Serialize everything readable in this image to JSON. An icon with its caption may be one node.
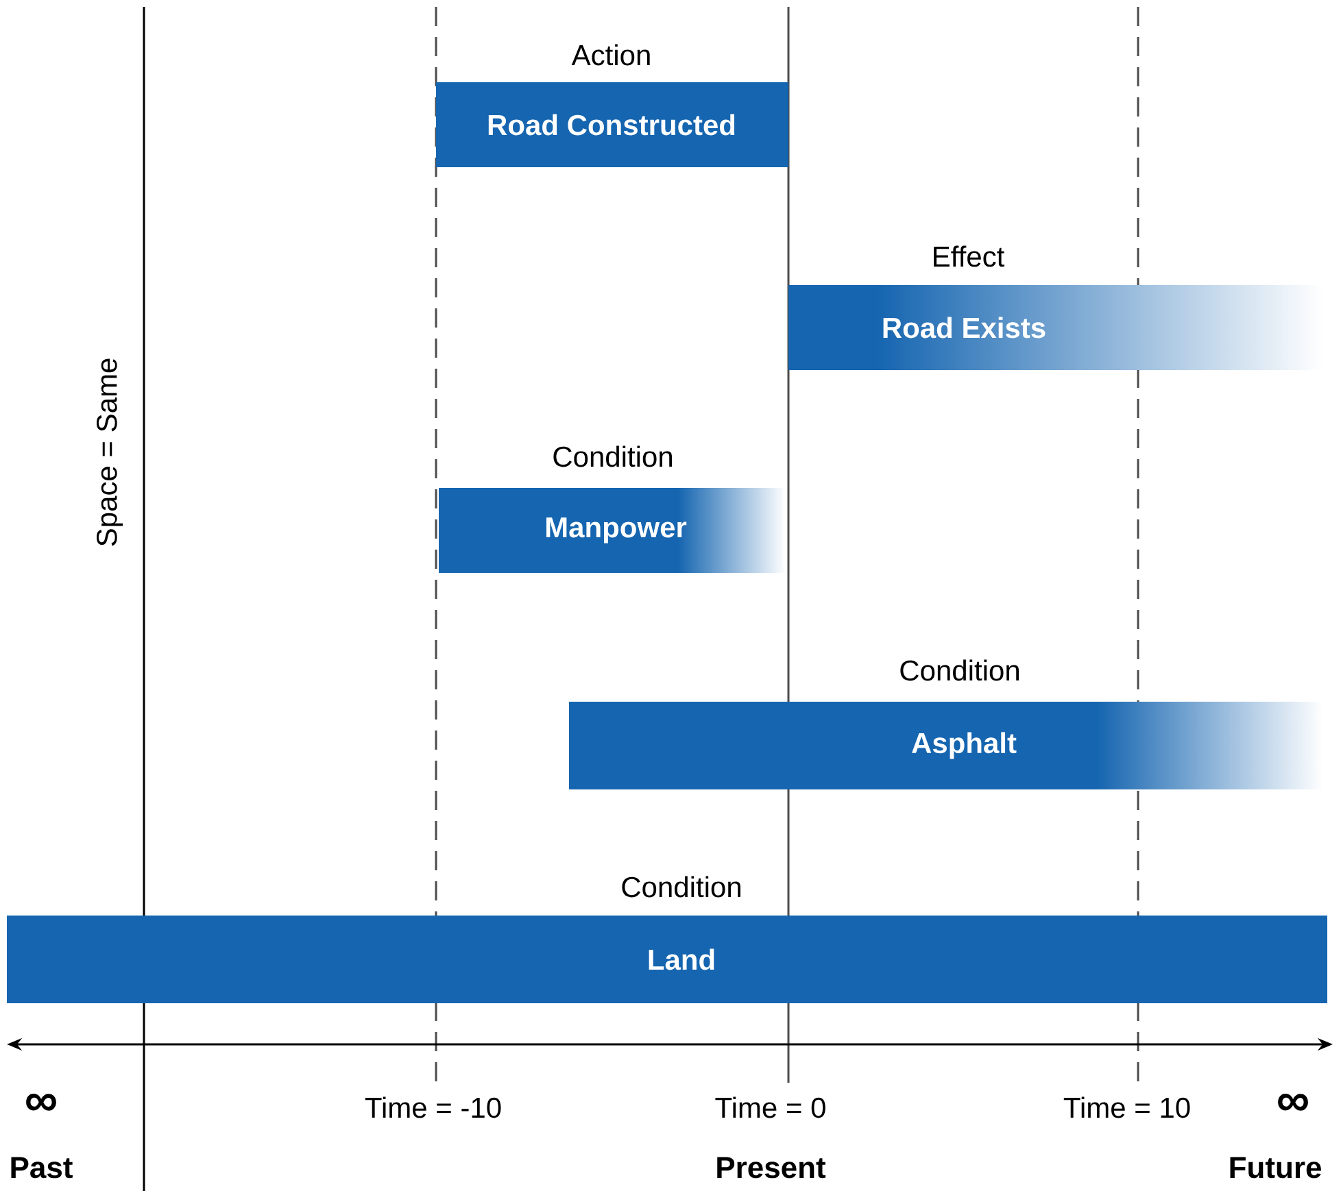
{
  "diagram": {
    "nodes": [
      {
        "text": [
          "Action",
          "Road Constructed"
        ]
      },
      {
        "text": [
          "Effect",
          "Road Exists"
        ]
      },
      {
        "text": [
          "Condition",
          "Manpower"
        ]
      },
      {
        "text": [
          "Condition",
          "Asphalt"
        ]
      },
      {
        "text": [
          "Condition",
          "Land"
        ]
      }
    ],
    "labels": [
      "Space = Same",
      "∞",
      "Time = -10",
      "Time = 0",
      "Time = 10",
      "∞",
      "Past",
      "Present",
      "Future"
    ]
  }
}
